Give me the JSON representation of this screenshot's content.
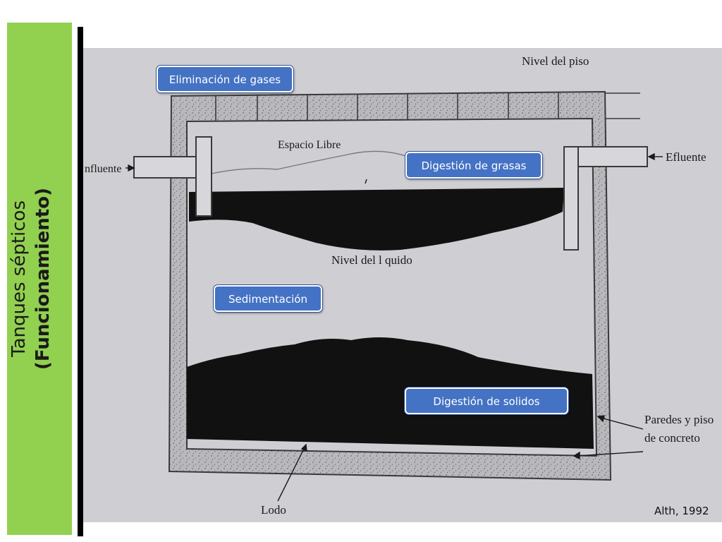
{
  "slide": {
    "title_line1": "Tanques sépticos",
    "title_line2": "(Funcionamiento)",
    "citation": "Alth, 1992"
  },
  "diagram": {
    "labels": {
      "floor_level": "Nivel del piso",
      "free_space": "Espacio Libre",
      "influent": "nfluente",
      "effluent": "Efluente",
      "liquid_level": "Nivel del l quido",
      "walls": "Paredes y piso",
      "walls_line2": "de concreto",
      "sludge": "Lodo"
    },
    "callouts": {
      "gases": "Eliminación de gases",
      "grasas": "Digestión de grasas",
      "sedimentacion": "Sedimentación",
      "solidos": "Digestión de solidos"
    }
  },
  "colors": {
    "sidebar": "#92d050",
    "callout_fill": "#4472c4",
    "figure_bg": "#cfcfd3",
    "concrete": "#b8b8bc",
    "sludge": "#111111"
  }
}
